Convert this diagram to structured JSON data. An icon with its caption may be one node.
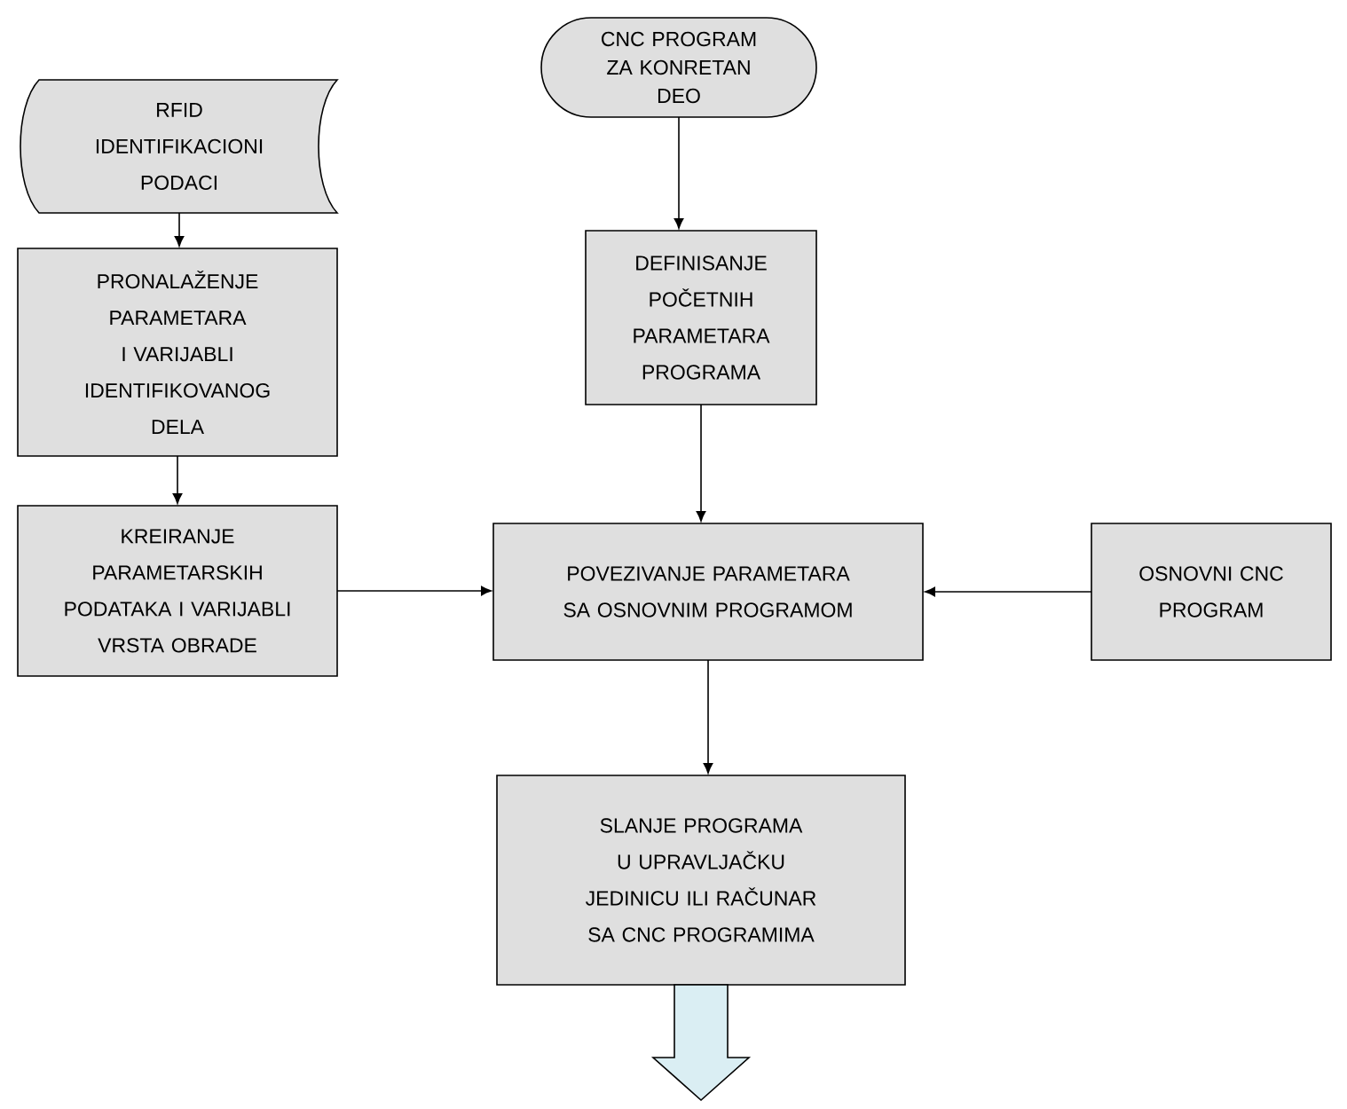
{
  "diagram": {
    "nodes": [
      {
        "text": [
          "RFID IDENTIFIKACIONI PODACI"
        ]
      },
      {
        "text": [
          "PRONALAŽENJE PARAMETARA I VARIJABLI IDENTIFIKOVANOG DELA"
        ]
      },
      {
        "text": [
          "KREIRANJE PARAMETARSKIH PODATAKA I VARIJABLI VRSTA OBRADE"
        ]
      },
      {
        "text": [
          "CNC PROGRAM ZA KONRETAN DEO"
        ]
      },
      {
        "text": [
          "DEFINISANJE POČETNIH PARAMETARA PROGRAMA"
        ]
      },
      {
        "text": [
          "POVEZIVANJE PARAMETARA SA OSNOVNIM PROGRAMOM"
        ]
      },
      {
        "text": [
          "OSNOVNI CNC PROGRAM"
        ]
      },
      {
        "text": [
          "SLANJE PROGRAMA U UPRAVLJAČKU JEDINICU ILI RAČUNAR SA CNC PROGRAMIMA"
        ]
      }
    ],
    "edges": [
      {
        "from": 0,
        "to": 1,
        "arrow": "to"
      },
      {
        "from": 1,
        "to": 2,
        "arrow": "to"
      },
      {
        "from": 2,
        "to": 5,
        "arrow": "to"
      },
      {
        "from": 3,
        "to": 4,
        "arrow": "to"
      },
      {
        "from": 4,
        "to": 5,
        "arrow": "to"
      },
      {
        "from": 6,
        "to": 5,
        "arrow": "to"
      },
      {
        "from": 5,
        "to": 7,
        "arrow": "to"
      },
      {
        "from": 7,
        "to": null,
        "arrow": "to",
        "style": "thick",
        "color": "#daeef3"
      }
    ]
  }
}
